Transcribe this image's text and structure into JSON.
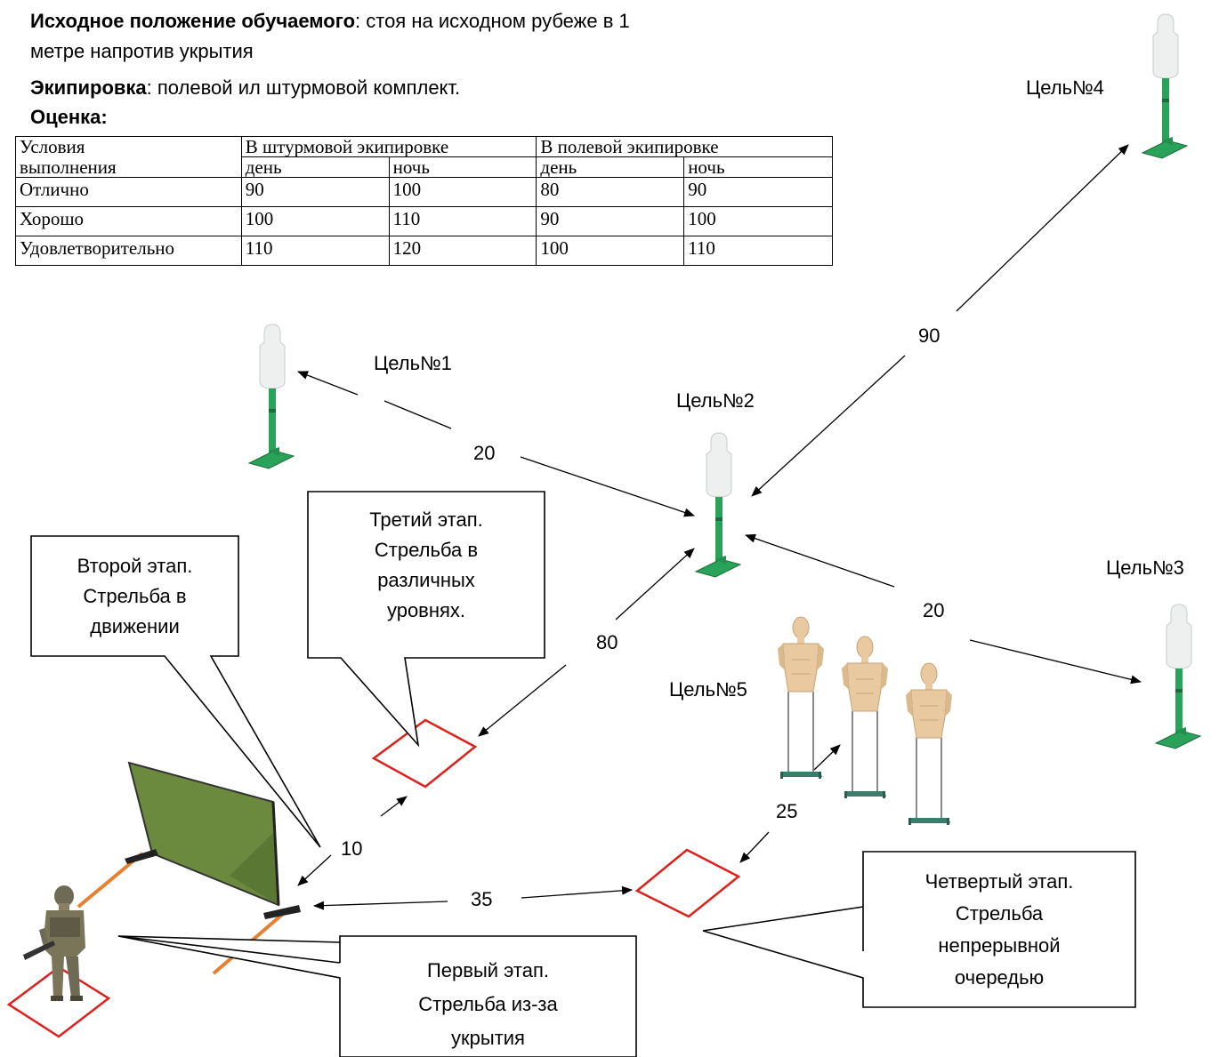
{
  "header": {
    "line1_bold": "Исходное положение обучаемого",
    "line1_rest": ": стоя на исходном рубеже в 1",
    "line2": "метре напротив укрытия",
    "line3_bold": "Экипировка",
    "line3_rest": ": полевой ил штурмовой комплект.",
    "line4": "Оценка:"
  },
  "table": {
    "col0": "Условия",
    "col0_sub": "выполнения",
    "group1": "В штурмовой экипировке",
    "group2": "В полевой экипировке",
    "sub": [
      "день",
      "ночь",
      "день",
      "ночь"
    ],
    "rows": [
      {
        "label": "Отлично",
        "values": [
          "90",
          "100",
          "80",
          "90"
        ]
      },
      {
        "label": "Хорошо",
        "values": [
          "100",
          "110",
          "90",
          "100"
        ]
      },
      {
        "label": "Удовлетворительно",
        "values": [
          "110",
          "120",
          "100",
          "110"
        ]
      }
    ]
  },
  "targets": {
    "t1": "Цель№1",
    "t2": "Цель№2",
    "t3": "Цель№3",
    "t4": "Цель№4",
    "t5": "Цель№5"
  },
  "distances": {
    "d20_left": "20",
    "d90": "90",
    "d20_right": "20",
    "d80": "80",
    "d10": "10",
    "d35": "35",
    "d25": "25"
  },
  "callouts": {
    "stage1": [
      "Первый этап.",
      "Стрельба из-за",
      "укрытия"
    ],
    "stage2": [
      "Второй этап.",
      "Стрельба в",
      "движении"
    ],
    "stage3": [
      "Третий этап.",
      "Стрельба в",
      "различных",
      "уровнях."
    ],
    "stage4": [
      "Четвертый этап.",
      "Стрельба",
      "непрерывной",
      "очередью"
    ]
  },
  "colors": {
    "target_stand": "#2aa35a",
    "target_head": "#eef0f0",
    "zone_outline": "#e0201c",
    "cover_panel": "#6b8a3e",
    "cover_edge": "#e7812f",
    "mannequin": "#e8c9a0"
  }
}
